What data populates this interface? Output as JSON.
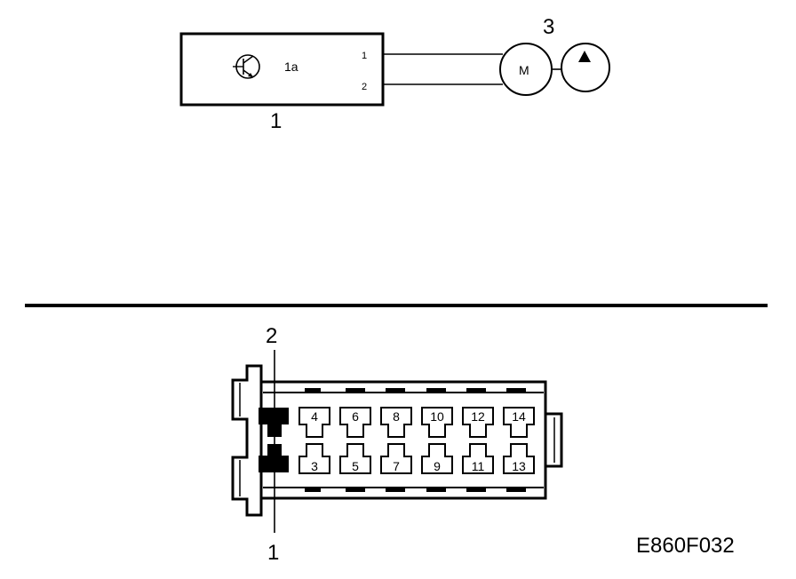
{
  "schematic": {
    "control_unit_callout": "1",
    "transistor_label": "1a",
    "terminal_1": "1",
    "terminal_2": "2",
    "motor_label": "M",
    "pump_callout": "3"
  },
  "connector": {
    "callout_top": "2",
    "callout_bottom": "1",
    "pins_top": [
      "4",
      "6",
      "8",
      "10",
      "12",
      "14"
    ],
    "pins_bottom": [
      "3",
      "5",
      "7",
      "9",
      "11",
      "13"
    ]
  },
  "figure_code": "E860F032",
  "icons": {
    "transistor": "transistor-symbol-icon",
    "motor": "motor-circle-icon",
    "pump": "pump-triangle-icon"
  }
}
